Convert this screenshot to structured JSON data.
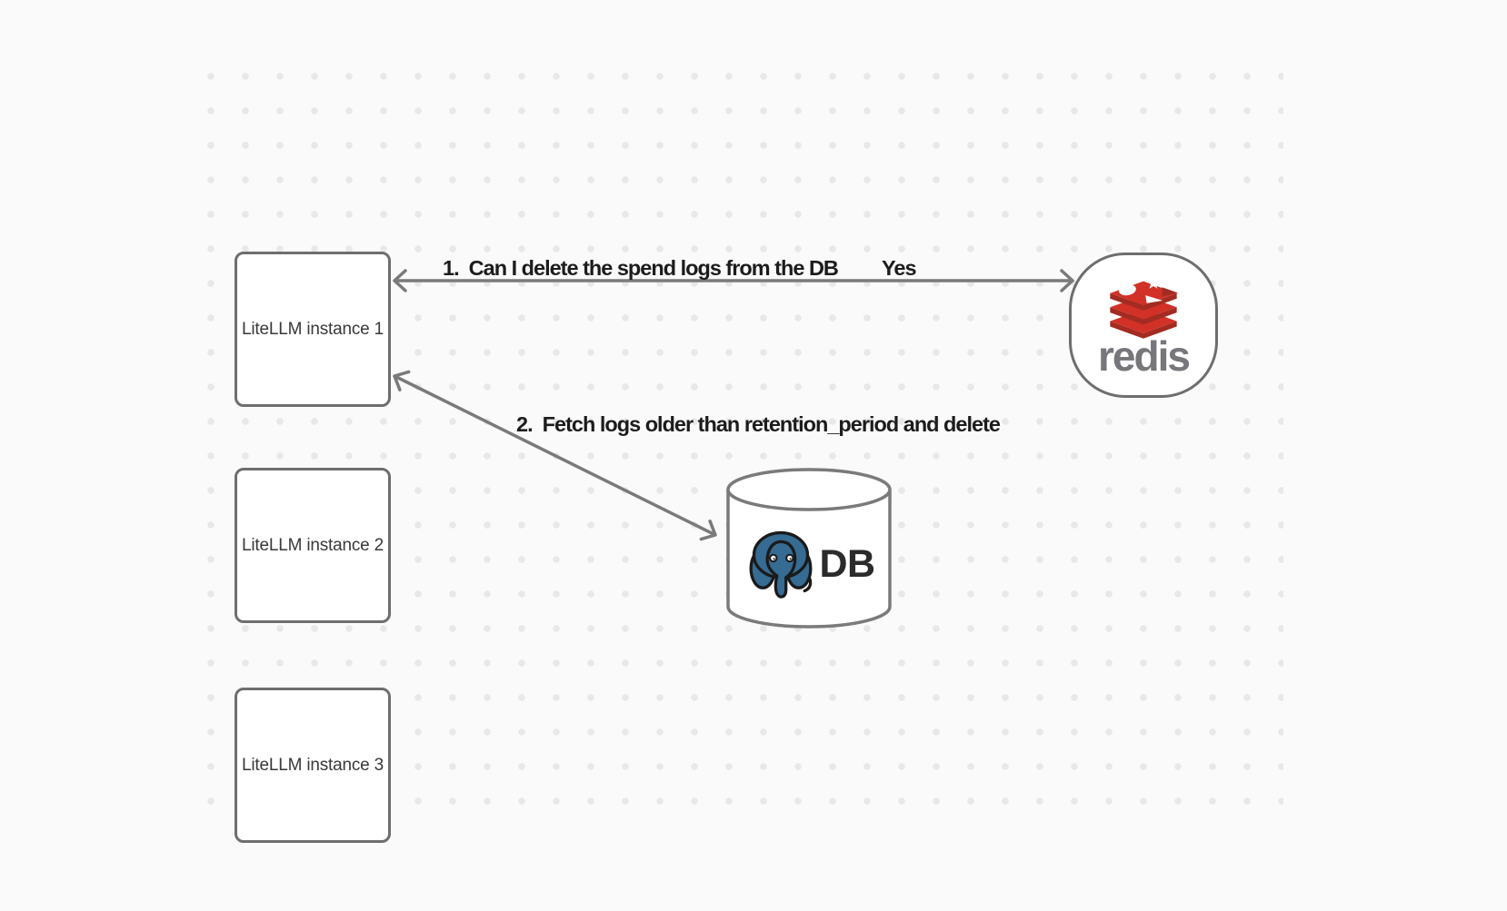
{
  "canvas": {
    "kind": "whiteboard-diagram"
  },
  "colors": {
    "background": "#fafafa",
    "dot": "#e8e8e8",
    "node_border": "#6e6e6e",
    "arrow": "#7a7a7a",
    "edge_label_text": "#1c1c1c",
    "node_text": "#38393b",
    "redis_red": "#d23127",
    "redis_red_dark": "#a32b22",
    "redis_wordmark_gray": "#77777b",
    "postgres_blue": "#366b93",
    "db_text": "#2b2b2b"
  },
  "nodes": {
    "instances": [
      {
        "label": "LiteLLM instance 1"
      },
      {
        "label": "LiteLLM instance 2"
      },
      {
        "label": "LiteLLM instance 3"
      }
    ],
    "redis": {
      "wordmark": "redis"
    },
    "db": {
      "label": "DB"
    }
  },
  "edges": {
    "redis_query": {
      "label": "1.  Can I delete the spend logs from the DB",
      "response": "Yes"
    },
    "db_fetch": {
      "label": "2.  Fetch logs older than retention_period and delete"
    }
  },
  "icons": {
    "redis_logo": "redis-stacked-cushions-logo",
    "postgres_logo": "postgresql-elephant-logo"
  }
}
